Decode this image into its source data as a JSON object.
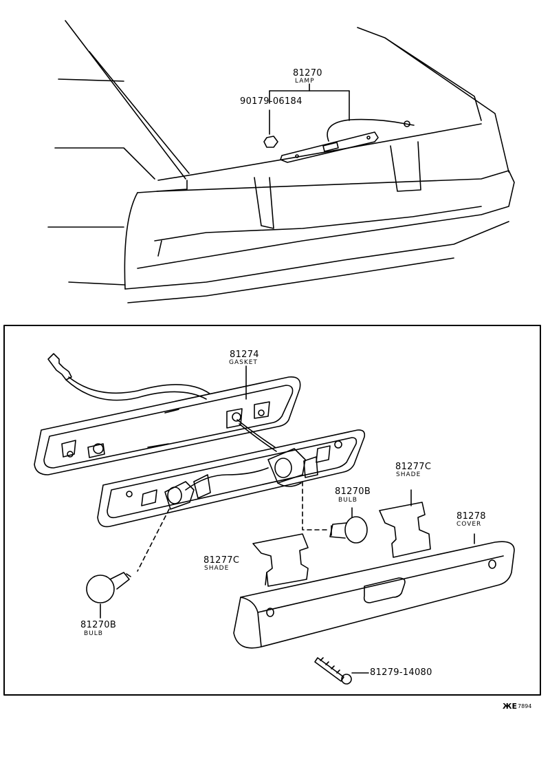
{
  "vehicle_view": {
    "lamp_assembly": {
      "part_number": "81270",
      "name": "LAMP"
    },
    "nut": {
      "part_number": "90179-06184"
    }
  },
  "exploded_view": {
    "gasket": {
      "part_number": "81274",
      "name": "GASKET"
    },
    "bulb_right": {
      "part_number": "81270B",
      "name": "BULB"
    },
    "bulb_left": {
      "part_number": "81270B",
      "name": "BULB"
    },
    "shade_right": {
      "part_number": "81277C",
      "name": "SHADE"
    },
    "shade_left": {
      "part_number": "81277C",
      "name": "SHADE"
    },
    "cover": {
      "part_number": "81278",
      "name": "COVER"
    },
    "screw": {
      "part_number": "81279-14080"
    }
  },
  "footer": {
    "mark": "ЖЕ",
    "code": "7894"
  }
}
